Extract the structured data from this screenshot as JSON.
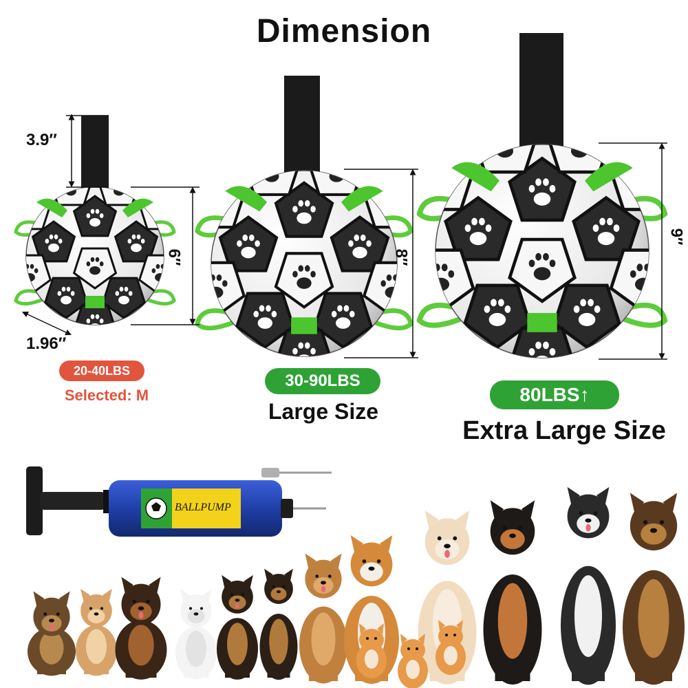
{
  "header": {
    "title": "Dimension"
  },
  "sizes": [
    {
      "weight": "20-40LBS",
      "caption": "Selected: M",
      "weight_color": "#e2553d",
      "caption_color": "#e2553d"
    },
    {
      "weight": "30-90LBS",
      "caption": "Large Size",
      "weight_color": "#2fa236",
      "caption_color": "#111111"
    },
    {
      "weight": "80LBS↑",
      "caption": "Extra Large Size",
      "weight_color": "#2fa236",
      "caption_color": "#111111"
    }
  ],
  "dimensions": {
    "strap_height": "3.9″",
    "strap_width": "1.96′′",
    "small_diameter": "6″",
    "large_diameter": "8″",
    "xl_diameter": "9″"
  },
  "pump": {
    "label": "BALLPUMP"
  },
  "colors": {
    "accent_green": "#2fa236",
    "accent_red": "#e2553d",
    "tab_green": "#4cc52e",
    "pump_blue": "#1f3fa8",
    "label_yellow": "#f2d21b"
  }
}
